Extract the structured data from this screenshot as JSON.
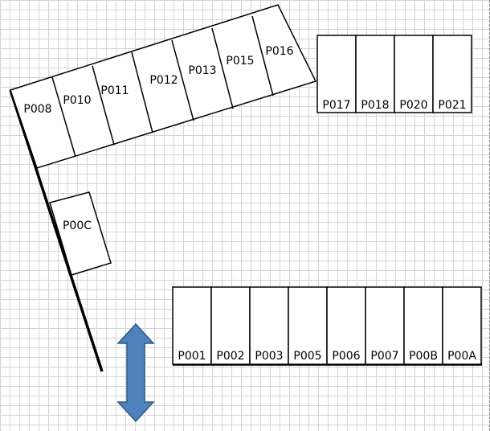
{
  "slots": {
    "top_row": [
      "P017",
      "P018",
      "P020",
      "P021"
    ],
    "angled_row": [
      "P008",
      "P010",
      "P011",
      "P012",
      "P013",
      "P015",
      "P016"
    ],
    "single": "P00C",
    "bottom_row": [
      "P001",
      "P002",
      "P003",
      "P005",
      "P006",
      "P007",
      "P00B",
      "P00A"
    ]
  },
  "icons": {
    "direction_arrow": "double-vertical-arrow-icon"
  },
  "colors": {
    "arrow": "#4f81bd",
    "grid": "#d4d4d4"
  }
}
